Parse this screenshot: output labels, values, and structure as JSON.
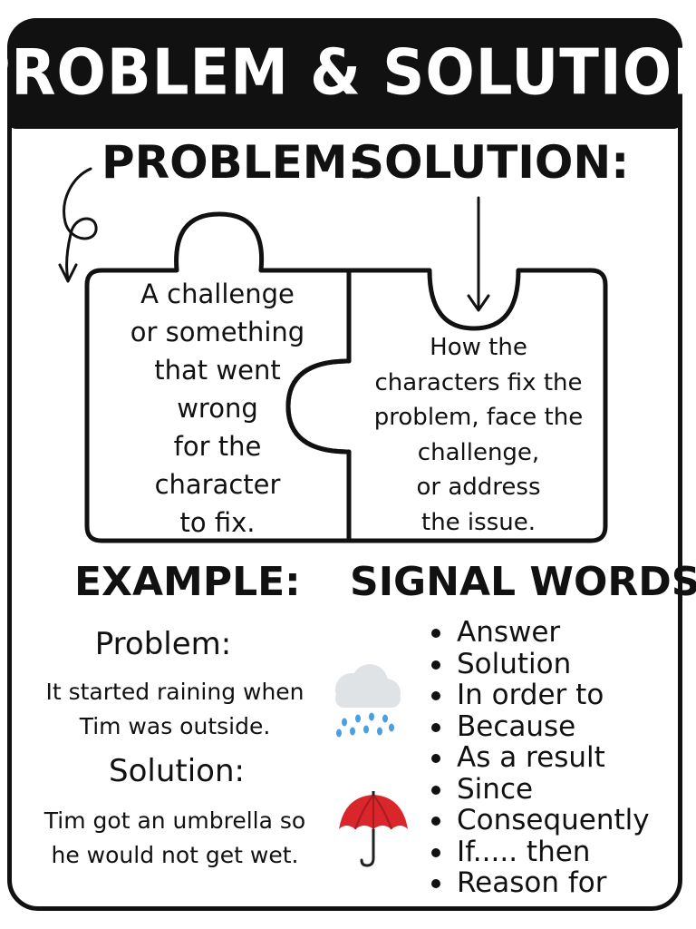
{
  "title": "PROBLEM & SOLUTION",
  "headings": {
    "problem": "PROBLEM:",
    "solution": "SOLUTION:",
    "example": "EXAMPLE:",
    "signal_words": "SIGNAL WORDS:"
  },
  "puzzle": {
    "problem_lines": [
      "A challenge",
      "or something",
      "that went",
      "wrong",
      "for the",
      "character",
      "to fix."
    ],
    "solution_lines": [
      "How the",
      "characters fix the",
      "problem, face the",
      "challenge,",
      "or address",
      "the issue."
    ]
  },
  "example": {
    "problem_label": "Problem:",
    "problem_lines": [
      "It started raining when",
      "Tim was outside."
    ],
    "solution_label": "Solution:",
    "solution_lines": [
      "Tim got an umbrella so",
      "he would not get wet."
    ],
    "problem_icon": "rain-cloud-icon",
    "solution_icon": "umbrella-icon"
  },
  "signal_words": [
    "Answer",
    "Solution",
    "In order to",
    "Because",
    "As a result",
    "Since",
    "Consequently",
    "If..... then",
    "Reason for"
  ],
  "colors": {
    "ink": "#111111",
    "background": "#ffffff",
    "cloud": "#dfe3e6",
    "rain": "#4a9fe0",
    "umbrella": "#d8262b"
  }
}
